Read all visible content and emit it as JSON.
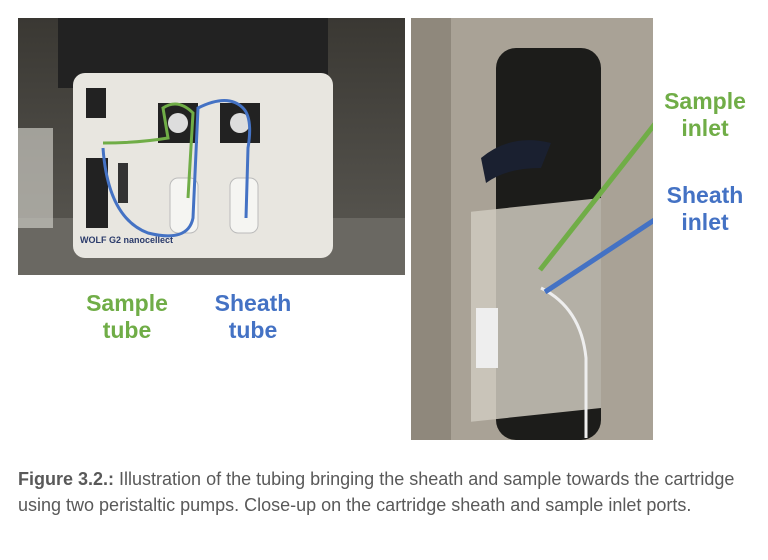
{
  "left_photo": {
    "device_text": "WOLF G2 nanocellect",
    "labels": {
      "sample_tube": "Sample tube",
      "sheath_tube": "Sheath tube"
    }
  },
  "right_photo": {
    "labels": {
      "sample_inlet": "Sample inlet",
      "sheath_inlet": "Sheath inlet"
    }
  },
  "colors": {
    "sample": "#70ad47",
    "sheath": "#4472c4"
  },
  "caption": {
    "label": "Figure 3.2.:",
    "text": " Illustration of the tubing bringing the sheath and sample towards the cartridge using two peristaltic pumps. Close-up on the cartridge sheath and sample inlet ports."
  }
}
